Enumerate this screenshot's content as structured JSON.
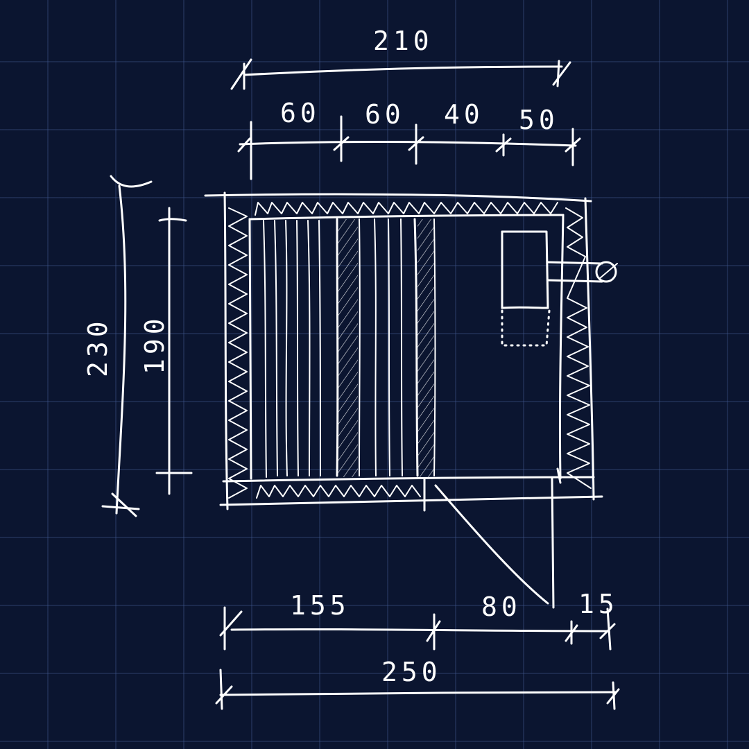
{
  "dimensions": {
    "top_total": "210",
    "top_segments": [
      "60",
      "60",
      "40",
      "50"
    ],
    "left_outer": "230",
    "left_inner": "190",
    "bottom_segments": [
      "155",
      "80",
      "15"
    ],
    "bottom_total": "250"
  }
}
